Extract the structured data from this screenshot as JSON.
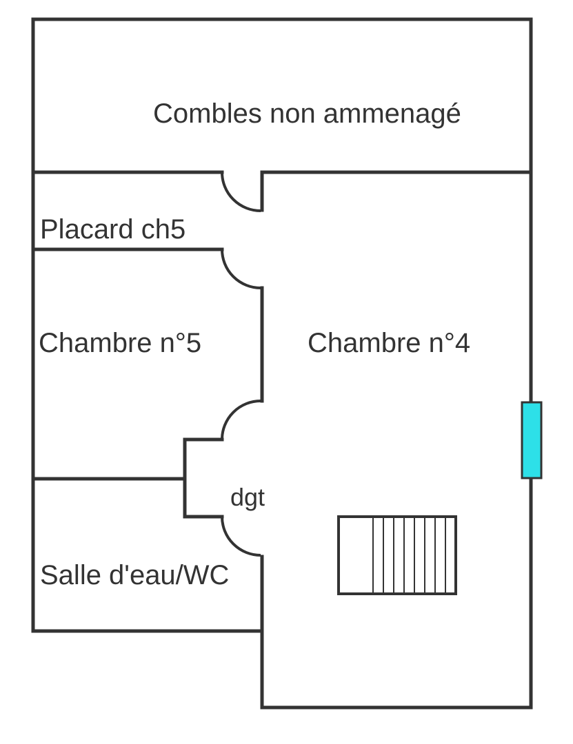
{
  "rooms": {
    "combles": "Combles non ammenagé",
    "placard": "Placard ch5",
    "chambre5": "Chambre n°5",
    "chambre4": "Chambre n°4",
    "degagement": "dgt",
    "salle_eau": "Salle d'eau/WC"
  },
  "colors": {
    "wall": "#333333",
    "window": "#2de0e8"
  },
  "features": {
    "staircase_treads": 8,
    "doors": 4,
    "windows": 1
  }
}
